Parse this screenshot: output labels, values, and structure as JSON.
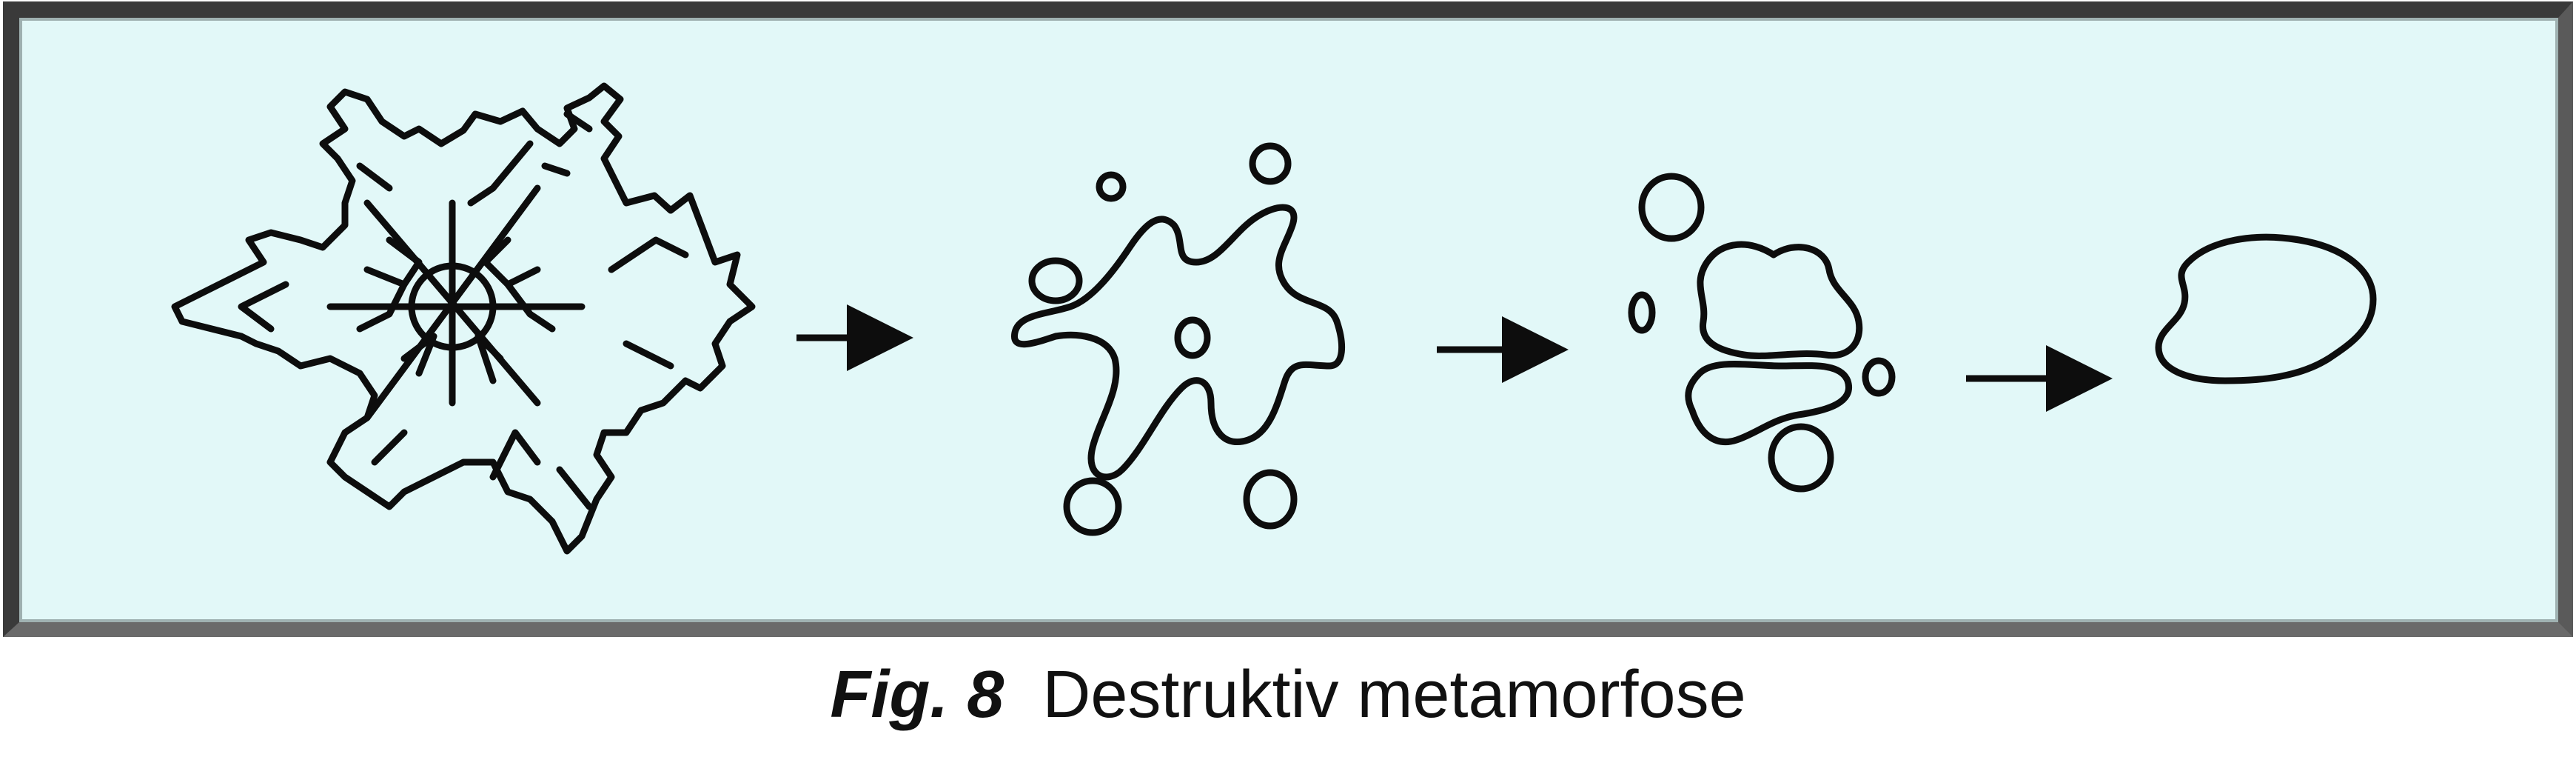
{
  "figure": {
    "label": "Fig. 8",
    "title": "Destruktiv metamorfose"
  },
  "stages": [
    {
      "name": "branched-snowflake",
      "icon": "snowflake-icon"
    },
    {
      "name": "rounding-star-crystal",
      "icon": "rounded-star-icon"
    },
    {
      "name": "fragmented-grains",
      "icon": "fragments-icon"
    },
    {
      "name": "rounded-grain",
      "icon": "blob-icon"
    }
  ],
  "colors": {
    "panel_background": "#e2f8f8",
    "frame": "#3a3a3a",
    "line": "#0d0d0d",
    "text": "#111111"
  }
}
